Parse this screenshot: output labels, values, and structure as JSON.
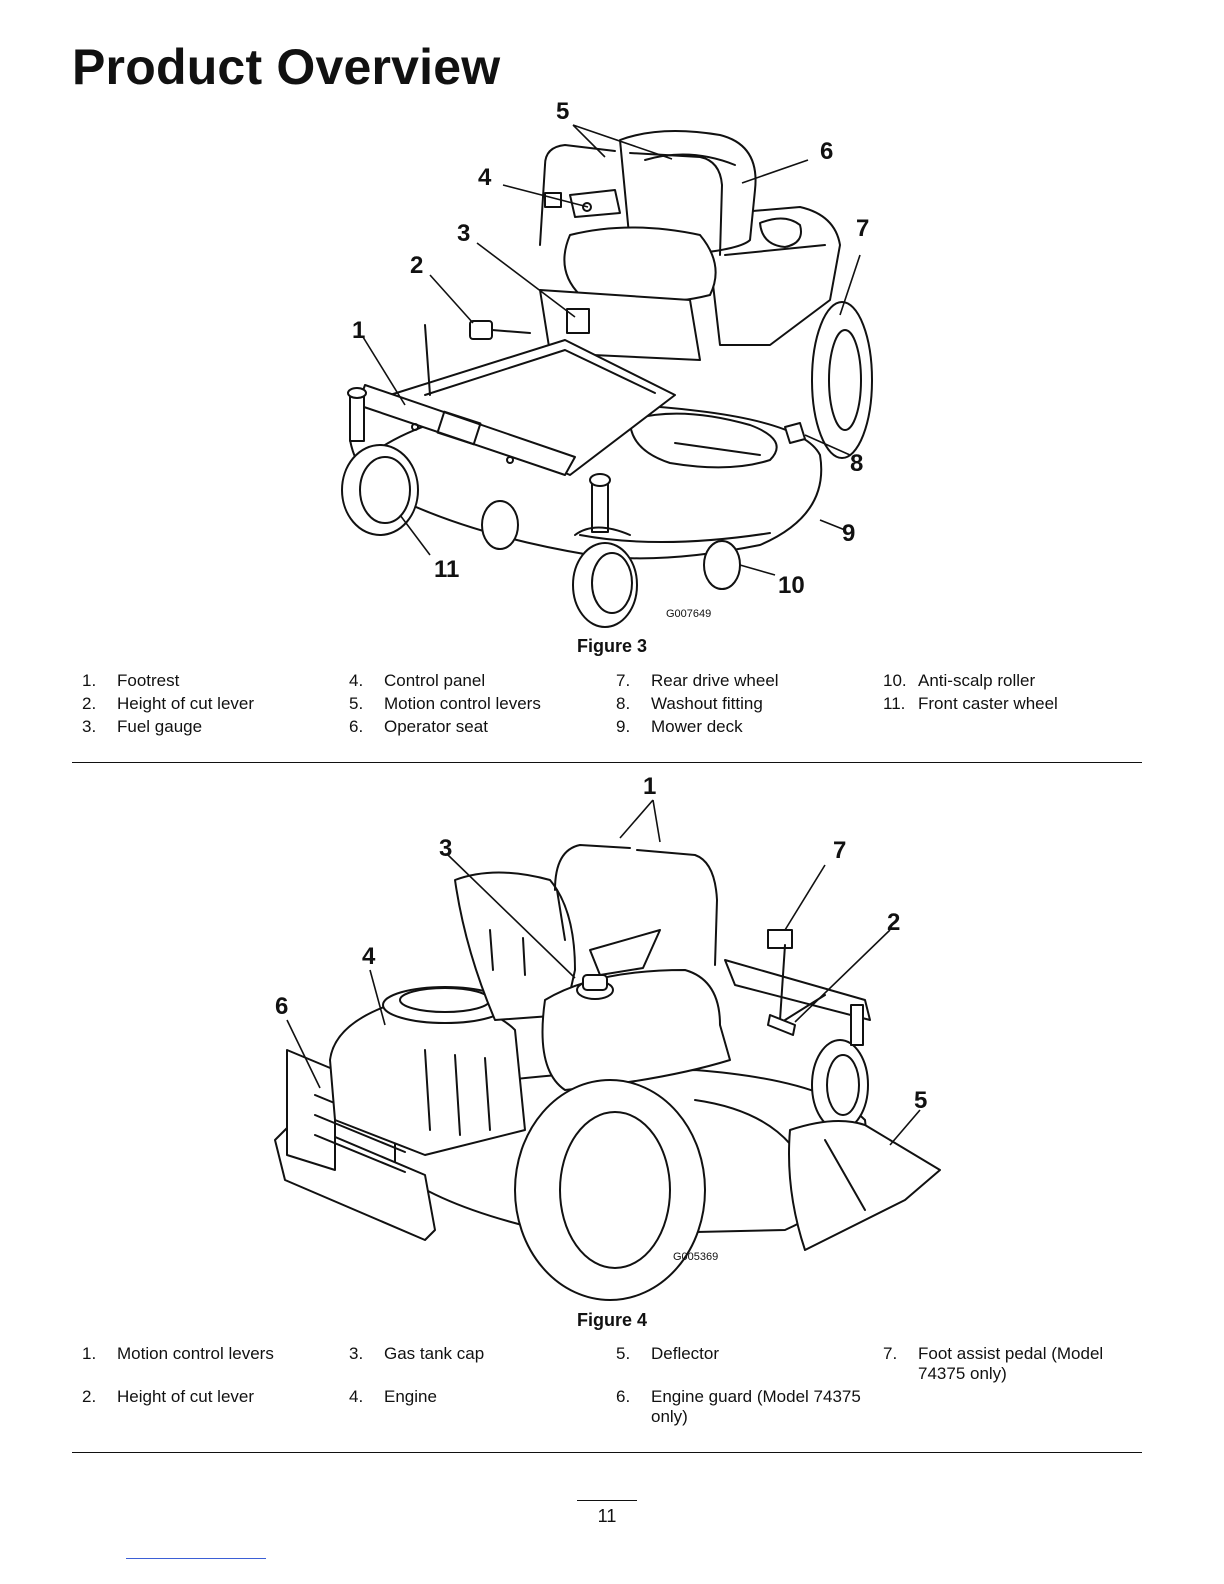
{
  "page": {
    "title": "Product Overview",
    "page_number": "11"
  },
  "figure3": {
    "caption": "Figure 3",
    "code": "G007649",
    "callouts": [
      "1",
      "2",
      "3",
      "4",
      "5",
      "6",
      "7",
      "8",
      "9",
      "10",
      "11"
    ],
    "legend": [
      {
        "num": "1.",
        "text": "Footrest"
      },
      {
        "num": "2.",
        "text": "Height of cut lever"
      },
      {
        "num": "3.",
        "text": "Fuel gauge"
      },
      {
        "num": "4.",
        "text": "Control panel"
      },
      {
        "num": "5.",
        "text": "Motion control levers"
      },
      {
        "num": "6.",
        "text": "Operator seat"
      },
      {
        "num": "7.",
        "text": "Rear drive wheel"
      },
      {
        "num": "8.",
        "text": "Washout fitting"
      },
      {
        "num": "9.",
        "text": "Mower deck"
      },
      {
        "num": "10.",
        "text": "Anti-scalp roller"
      },
      {
        "num": "11.",
        "text": "Front caster wheel"
      }
    ]
  },
  "figure4": {
    "caption": "Figure 4",
    "code": "G005369",
    "callouts": [
      "1",
      "2",
      "3",
      "4",
      "5",
      "6",
      "7"
    ],
    "legend": [
      {
        "num": "1.",
        "text": "Motion control levers"
      },
      {
        "num": "2.",
        "text": "Height of cut lever"
      },
      {
        "num": "3.",
        "text": "Gas tank cap"
      },
      {
        "num": "4.",
        "text": "Engine"
      },
      {
        "num": "5.",
        "text": "Deflector"
      },
      {
        "num": "6.",
        "text": "Engine guard (Model 74375 only)"
      },
      {
        "num": "7.",
        "text": "Foot assist pedal (Model 74375 only)"
      }
    ]
  }
}
